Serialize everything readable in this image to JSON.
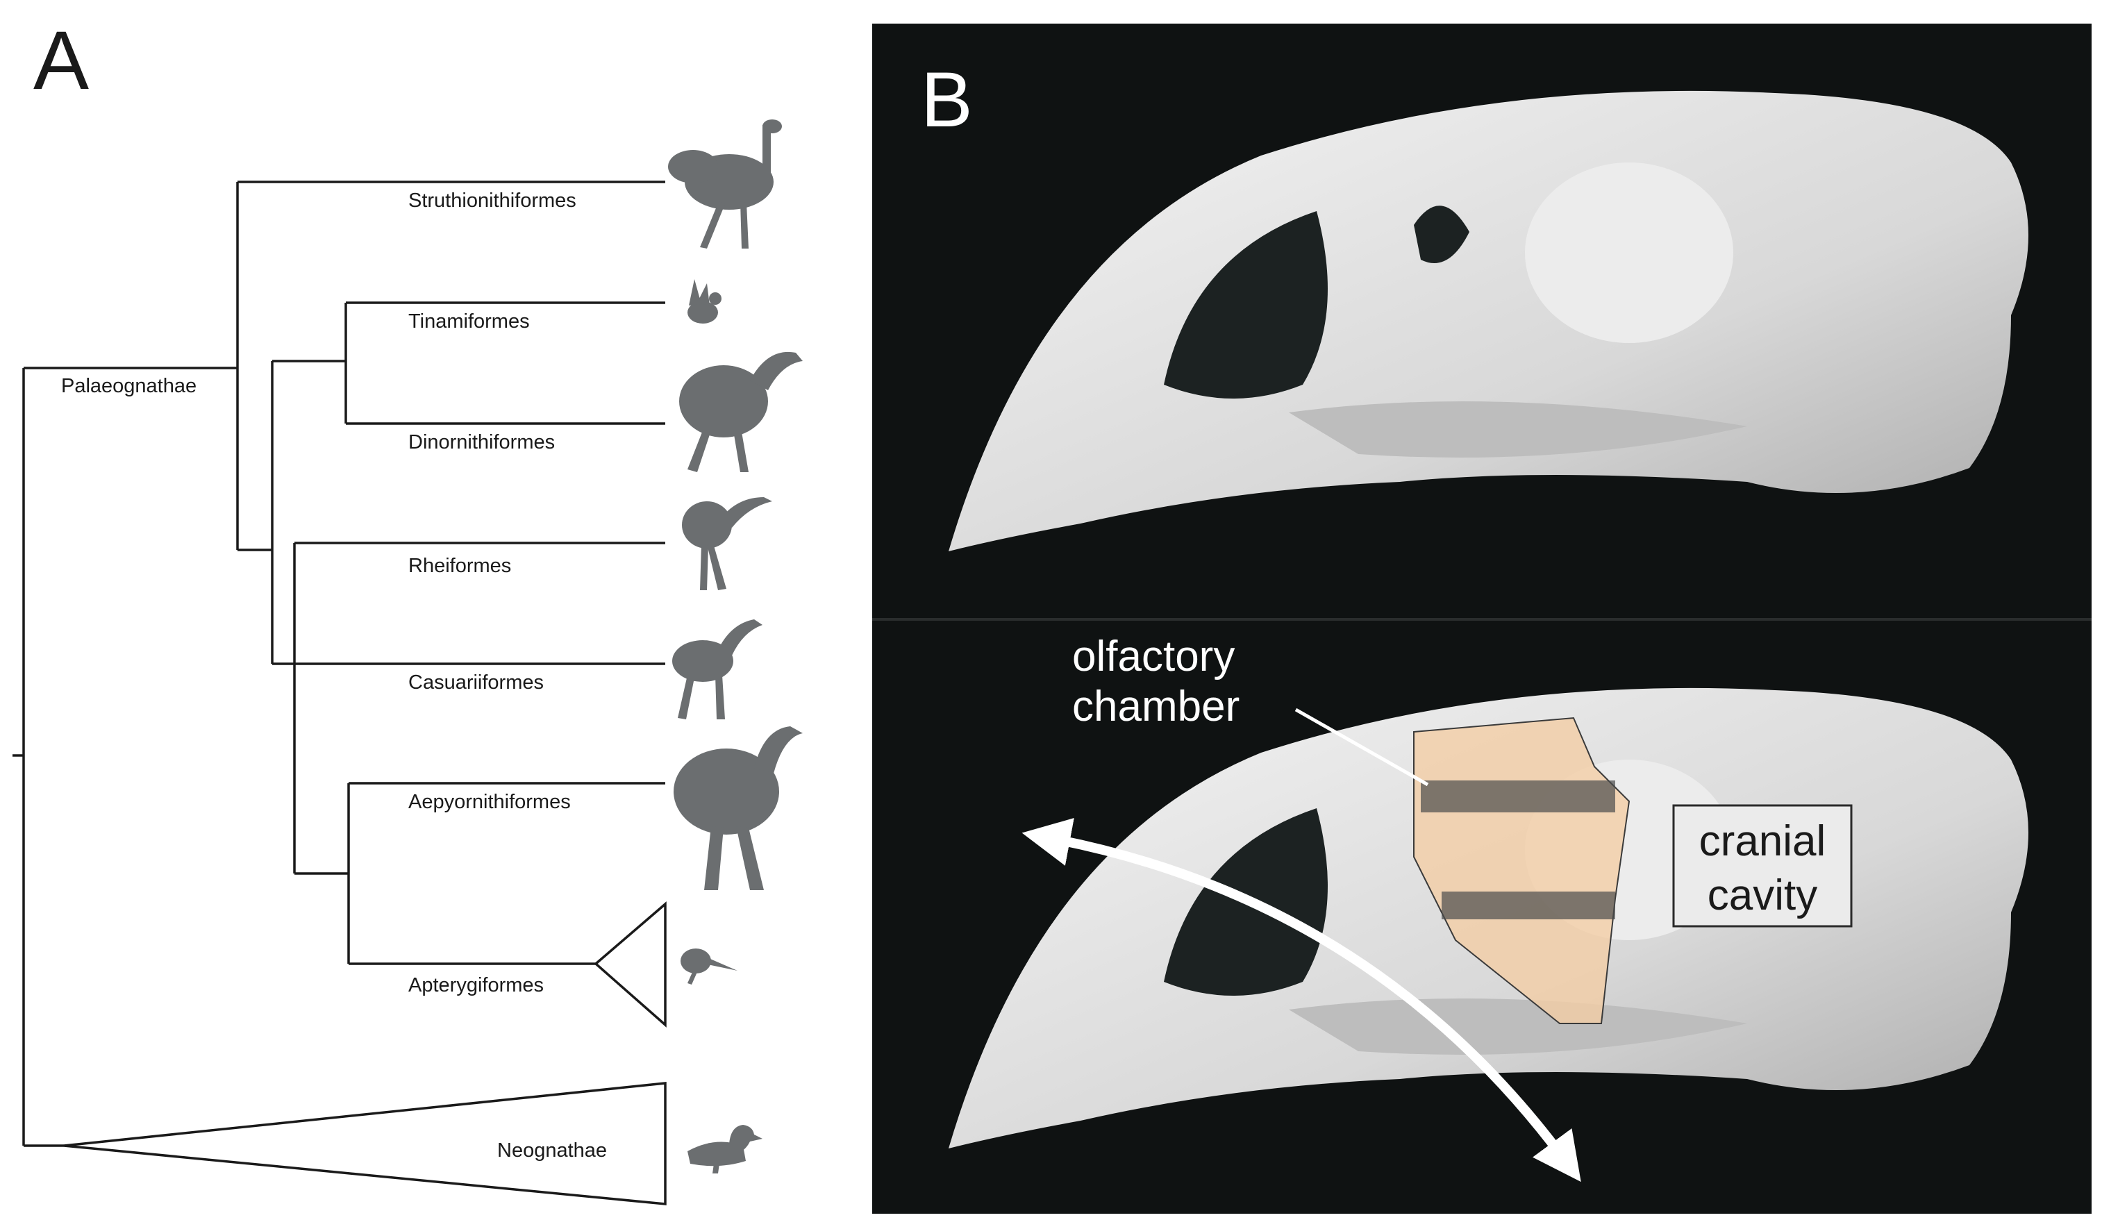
{
  "panel_a": {
    "letter": "A",
    "root_label": "Palaeognathae",
    "taxa": [
      {
        "name": "Struthionithiformes",
        "silhouette": "ostrich-silhouette"
      },
      {
        "name": "Tinamiformes",
        "silhouette": "tinamou-silhouette"
      },
      {
        "name": "Dinornithiformes",
        "silhouette": "moa-silhouette"
      },
      {
        "name": "Rheiformes",
        "silhouette": "rhea-silhouette"
      },
      {
        "name": "Casuariiformes",
        "silhouette": "cassowary-silhouette"
      },
      {
        "name": "Aepyornithiformes",
        "silhouette": "elephant-bird-silhouette"
      },
      {
        "name": "Apterygiformes",
        "silhouette": "kiwi-silhouette"
      },
      {
        "name": "Neognathae",
        "silhouette": "duck-silhouette"
      }
    ],
    "colors": {
      "line": "#1a1a1a",
      "silhouette": "#6b6e70"
    }
  },
  "panel_b": {
    "letter": "B",
    "olfactory_line1": "olfactory",
    "olfactory_line2": "chamber",
    "cranial_line1": "cranial",
    "cranial_line2": "cavity",
    "colors": {
      "background": "#0f1212",
      "bone": "#e6e6e6",
      "highlight": "#f3cda4",
      "label_box": "#ebebeb"
    }
  }
}
